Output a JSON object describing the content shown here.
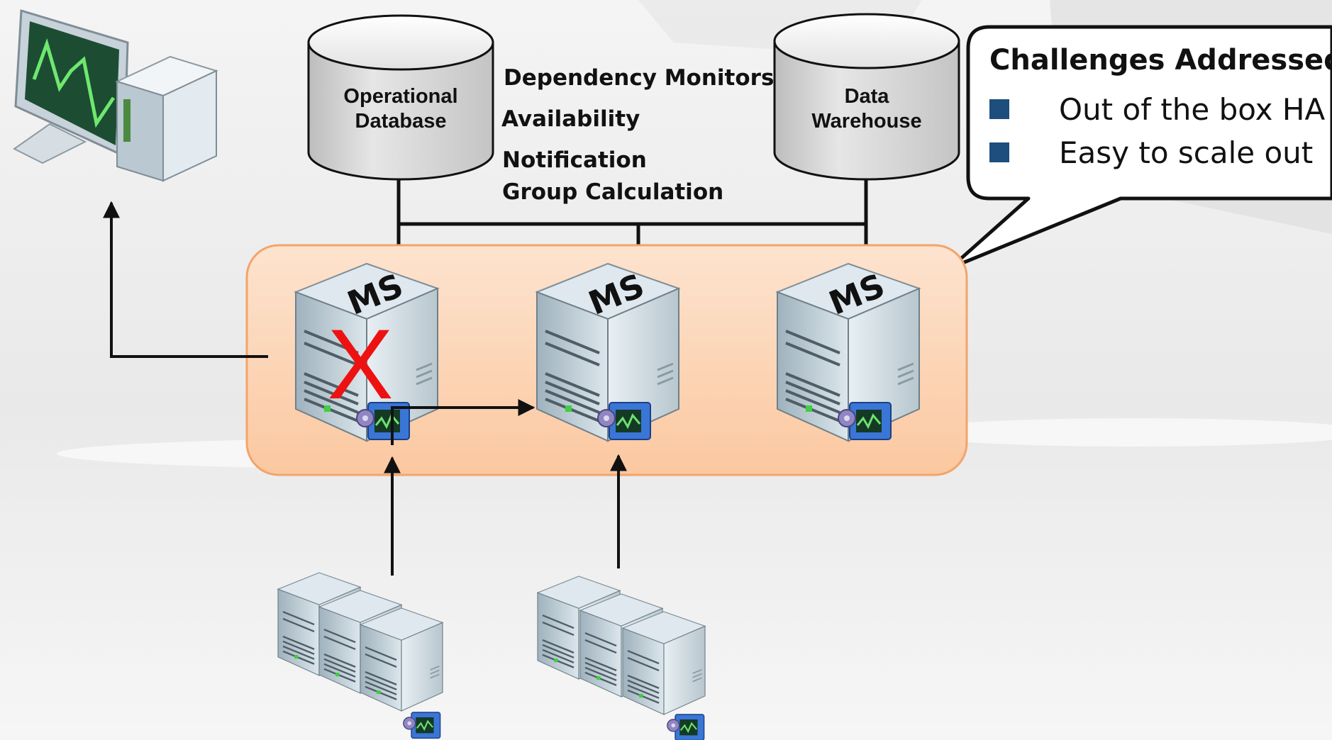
{
  "databases": [
    {
      "id": "operational",
      "label": "Operational\nDatabase"
    },
    {
      "id": "warehouse",
      "label": "Data\nWarehouse"
    }
  ],
  "features": [
    "Dependency Monitors",
    "Availability",
    "Notification",
    "Group Calculation"
  ],
  "callout": {
    "title": "Challenges Addressed",
    "items": [
      "Out of the box HA",
      "Easy to scale out"
    ]
  },
  "management_servers": [
    {
      "label": "MS",
      "failed": true
    },
    {
      "label": "MS",
      "failed": false
    },
    {
      "label": "MS",
      "failed": false
    }
  ],
  "failure_mark": "X",
  "colors": {
    "pool_fill": "#fcd5b4",
    "pool_border": "#f2a46a",
    "failure": "#ee1111",
    "bullet": "#1d4e7e"
  }
}
